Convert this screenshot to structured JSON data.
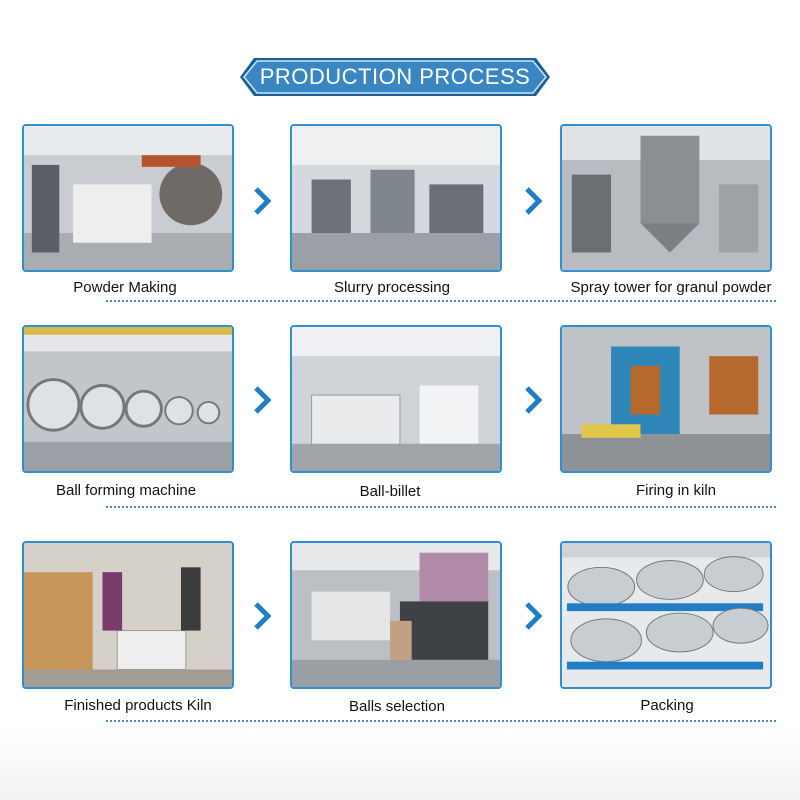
{
  "header": {
    "title": "PRODUCTION PROCESS"
  },
  "steps": [
    {
      "label": "Powder Making",
      "icon": "factory-photo"
    },
    {
      "label": "Slurry processing",
      "icon": "factory-photo"
    },
    {
      "label": "Spray tower for granul powder",
      "icon": "factory-photo"
    },
    {
      "label": "Ball forming machine",
      "icon": "factory-photo"
    },
    {
      "label": "Ball-billet",
      "icon": "factory-photo"
    },
    {
      "label": "Firing in kiln",
      "icon": "factory-photo"
    },
    {
      "label": "Finished products Kiln",
      "icon": "factory-photo"
    },
    {
      "label": "Balls selection",
      "icon": "factory-photo"
    },
    {
      "label": "Packing",
      "icon": "factory-photo"
    }
  ],
  "colors": {
    "accent": "#2e8fd3",
    "banner": "#3a86c2",
    "arrow": "#1f7ec6"
  }
}
